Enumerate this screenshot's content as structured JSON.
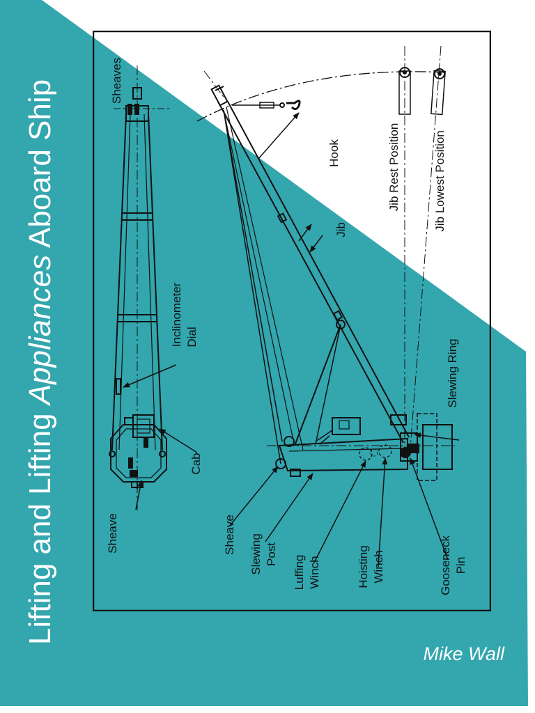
{
  "colors": {
    "teal": "#33a6ae",
    "background": "#ffffff",
    "line": "#111111"
  },
  "title": {
    "part1": "Lifting and Lifting ",
    "part2": "Appliances",
    "part3": " Aboard Ship"
  },
  "author": "Mike Wall",
  "labels": {
    "sheaves": "Sheaves",
    "inclinometer": "Inclinometer",
    "dial": "Dial",
    "cab": "Cab",
    "sheave_top": "Sheave",
    "hook": "Hook",
    "jib": "Jib",
    "jib_rest": "Jib Rest Position",
    "jib_lowest": "Jib Lowest Position",
    "slewing_ring": "Slewing Ring",
    "sheave_side": "Sheave",
    "slewing": "Slewing",
    "post": "Post",
    "luffing": "Luffing",
    "luffing_winch": "Winch",
    "hoisting": "Hoisting",
    "hoisting_winch": "Winch",
    "gooseneck": "Gooseneck",
    "pin": "Pin"
  }
}
